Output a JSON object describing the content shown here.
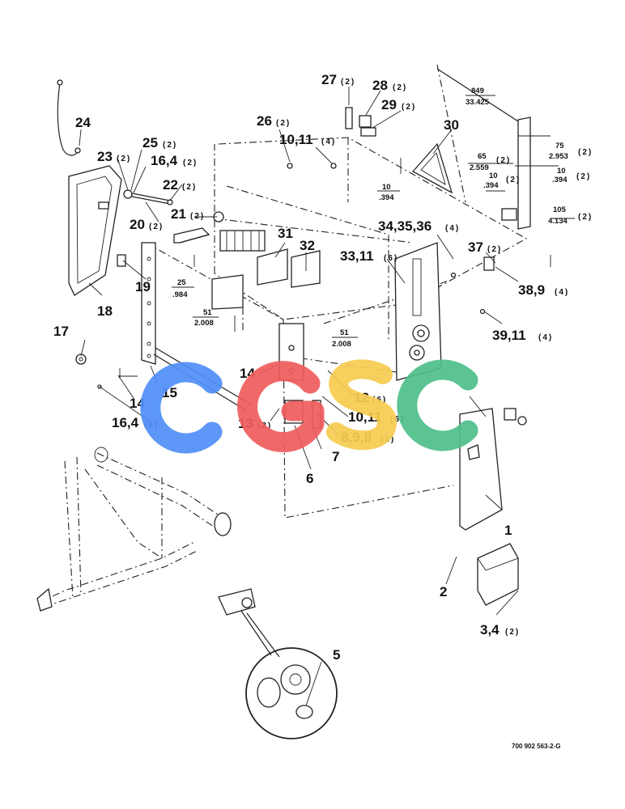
{
  "callouts": [
    {
      "id": "c1",
      "label": "1",
      "qty": ""
    },
    {
      "id": "c2",
      "label": "2",
      "qty": ""
    },
    {
      "id": "c3",
      "label": "3,4",
      "qty": "(2)"
    },
    {
      "id": "c5",
      "label": "5",
      "qty": ""
    },
    {
      "id": "c6",
      "label": "6",
      "qty": ""
    },
    {
      "id": "c7",
      "label": "7",
      "qty": ""
    },
    {
      "id": "c8",
      "label": "8,9,9",
      "qty": "(2)"
    },
    {
      "id": "c10a",
      "label": "10,11",
      "qty": "(6)"
    },
    {
      "id": "c12",
      "label": "12",
      "qty": "(6)"
    },
    {
      "id": "c13",
      "label": "13",
      "qty": "(2)"
    },
    {
      "id": "c14a",
      "label": "14",
      "qty": ""
    },
    {
      "id": "c14b",
      "label": "14",
      "qty": ""
    },
    {
      "id": "c15",
      "label": "15",
      "qty": ""
    },
    {
      "id": "c16a",
      "label": "16,4",
      "qty": "(6)"
    },
    {
      "id": "c17",
      "label": "17",
      "qty": ""
    },
    {
      "id": "c18",
      "label": "18",
      "qty": ""
    },
    {
      "id": "c19",
      "label": "19",
      "qty": ""
    },
    {
      "id": "c20",
      "label": "20",
      "qty": "(2)"
    },
    {
      "id": "c21",
      "label": "21",
      "qty": "(2)"
    },
    {
      "id": "c22",
      "label": "22",
      "qty": "(2)"
    },
    {
      "id": "c23",
      "label": "23",
      "qty": "(2)"
    },
    {
      "id": "c24",
      "label": "24",
      "qty": ""
    },
    {
      "id": "c25",
      "label": "25",
      "qty": "(2)"
    },
    {
      "id": "c16b",
      "label": "16,4",
      "qty": "(2)"
    },
    {
      "id": "c26",
      "label": "26",
      "qty": "(2)"
    },
    {
      "id": "c10b",
      "label": "10,11",
      "qty": "(4)"
    },
    {
      "id": "c27",
      "label": "27",
      "qty": "(2)"
    },
    {
      "id": "c28",
      "label": "28",
      "qty": "(2)"
    },
    {
      "id": "c29",
      "label": "29",
      "qty": "(2)"
    },
    {
      "id": "c30",
      "label": "30",
      "qty": ""
    },
    {
      "id": "c31",
      "label": "31",
      "qty": ""
    },
    {
      "id": "c32",
      "label": "32",
      "qty": ""
    },
    {
      "id": "c33",
      "label": "33,11",
      "qty": "(6)"
    },
    {
      "id": "c34",
      "label": "34,35,36",
      "qty": "(4)"
    },
    {
      "id": "c37",
      "label": "37",
      "qty": "(2)"
    },
    {
      "id": "c38",
      "label": "38,9",
      "qty": "(4)"
    },
    {
      "id": "c39",
      "label": "39,11",
      "qty": "(4)"
    }
  ],
  "dimensions": [
    {
      "id": "d849",
      "top": "849",
      "bottom": "33.425",
      "qty": ""
    },
    {
      "id": "d75",
      "top": "75",
      "bottom": "2.953",
      "qty": "(2)"
    },
    {
      "id": "d10r",
      "top": "10",
      "bottom": ".394",
      "qty": "(2)"
    },
    {
      "id": "d65",
      "top": "65",
      "bottom": "2.559",
      "qty": "(2)"
    },
    {
      "id": "d10m",
      "top": "10",
      "bottom": ".394",
      "qty": "(2)"
    },
    {
      "id": "d105",
      "top": "105",
      "bottom": "4.134",
      "qty": "(2)"
    },
    {
      "id": "d10l",
      "top": "10",
      "bottom": ".394",
      "qty": ""
    },
    {
      "id": "d25",
      "top": "25",
      "bottom": ".984",
      "qty": ""
    },
    {
      "id": "d51a",
      "top": "51",
      "bottom": "2.008",
      "qty": ""
    },
    {
      "id": "d51b",
      "top": "51",
      "bottom": "2.008",
      "qty": ""
    }
  ],
  "watermark": {
    "text": "CGSC",
    "colors": [
      "#4f8ef7",
      "#ef5d5d",
      "#f7cc4f",
      "#4fbf8a"
    ]
  },
  "document_number": "700 902 563-2-G"
}
